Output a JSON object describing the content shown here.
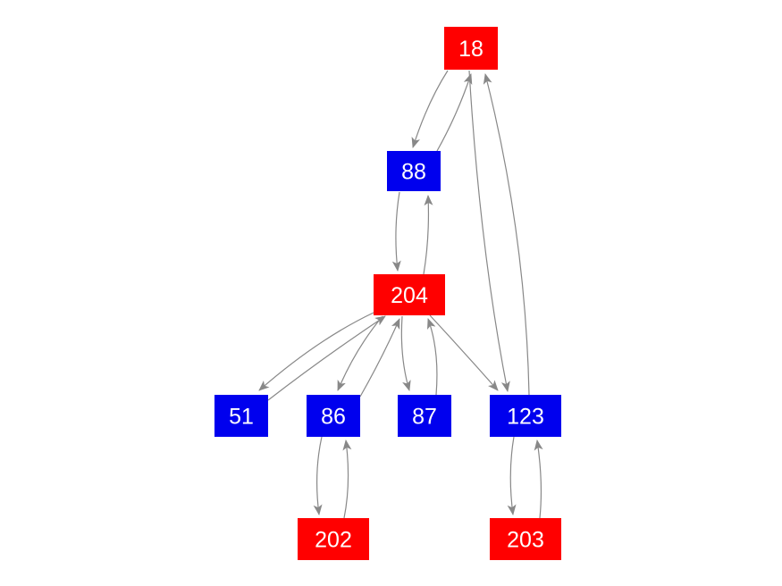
{
  "colors": {
    "red_node": "#ff0000",
    "blue_node": "#0000ee",
    "edge": "#888888",
    "label": "#ffffff"
  },
  "nodes": [
    {
      "id": "18",
      "label": "18",
      "color": "red"
    },
    {
      "id": "88",
      "label": "88",
      "color": "blue"
    },
    {
      "id": "204",
      "label": "204",
      "color": "red"
    },
    {
      "id": "51",
      "label": "51",
      "color": "blue"
    },
    {
      "id": "86",
      "label": "86",
      "color": "blue"
    },
    {
      "id": "87",
      "label": "87",
      "color": "blue"
    },
    {
      "id": "123",
      "label": "123",
      "color": "blue"
    },
    {
      "id": "202",
      "label": "202",
      "color": "red"
    },
    {
      "id": "203",
      "label": "203",
      "color": "red"
    }
  ],
  "edges": [
    {
      "from": "18",
      "to": "88"
    },
    {
      "from": "88",
      "to": "18"
    },
    {
      "from": "18",
      "to": "123"
    },
    {
      "from": "123",
      "to": "18"
    },
    {
      "from": "88",
      "to": "204"
    },
    {
      "from": "204",
      "to": "88"
    },
    {
      "from": "204",
      "to": "51"
    },
    {
      "from": "51",
      "to": "204"
    },
    {
      "from": "204",
      "to": "86"
    },
    {
      "from": "86",
      "to": "204"
    },
    {
      "from": "204",
      "to": "87"
    },
    {
      "from": "87",
      "to": "204"
    },
    {
      "from": "204",
      "to": "123"
    },
    {
      "from": "86",
      "to": "202"
    },
    {
      "from": "202",
      "to": "86"
    },
    {
      "from": "123",
      "to": "203"
    },
    {
      "from": "203",
      "to": "123"
    }
  ]
}
